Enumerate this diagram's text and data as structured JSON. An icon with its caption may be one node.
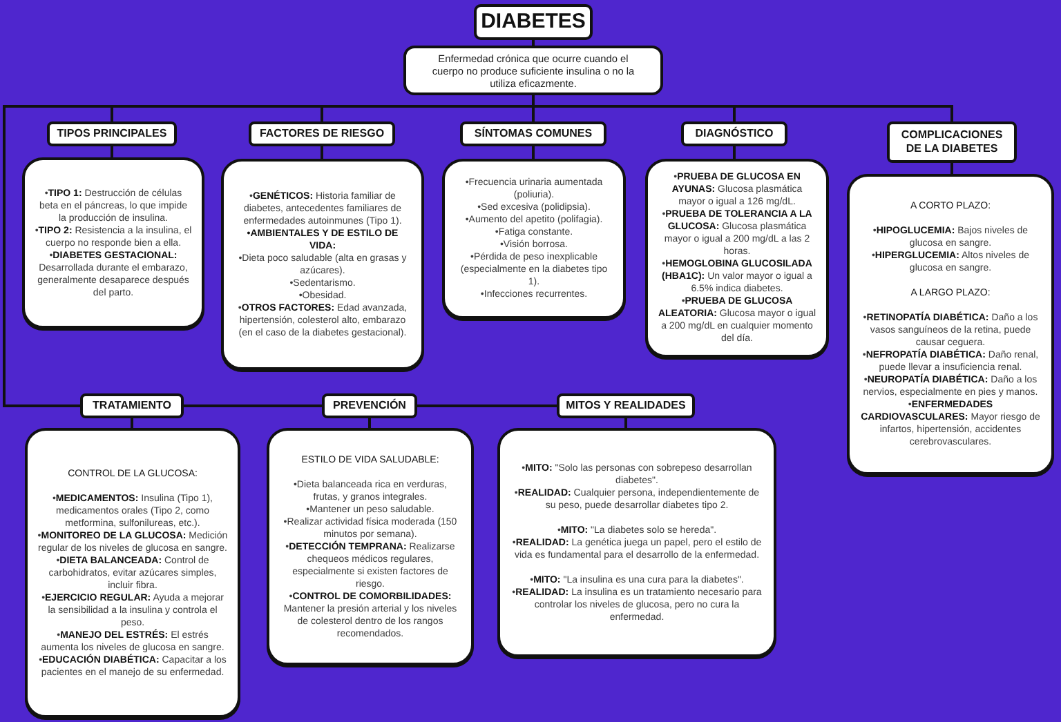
{
  "diagram": {
    "nodes": [
      {
        "text": [
          "DIABETES"
        ]
      },
      {
        "text": [
          "Enfermedad crónica que ocurre cuando el cuerpo no produce suficiente insulina o no la utiliza eficazmente."
        ]
      },
      {
        "text": [
          "TIPOS PRINCIPALES"
        ]
      },
      {
        "text": [
          "•**TIPO 1:** Destrucción de células beta en el páncreas, lo que impide la producción de insulina.",
          "•**TIPO 2:** Resistencia a la insulina, el cuerpo no responde bien a ella.",
          "•**DIABETES GESTACIONAL:** Desarrollada durante el embarazo, generalmente desaparece después del parto."
        ]
      },
      {
        "text": [
          "FACTORES DE RIESGO"
        ]
      },
      {
        "text": [
          "•**GENÉTICOS:** Historia familiar de diabetes, antecedentes familiares de enfermedades autoinmunes (Tipo 1).",
          "•AMBIENTALES Y DE ESTILO DE VIDA:",
          "•Dieta poco saludable (alta en grasas y azúcares).",
          "•Sedentarismo.",
          "•Obesidad.",
          "•**OTROS FACTORES:** Edad avanzada, hipertensión, colesterol alto, embarazo (en el caso de la diabetes gestacional)."
        ]
      },
      {
        "text": [
          "SÍNTOMAS COMUNES"
        ]
      },
      {
        "text": [
          "•Frecuencia urinaria aumentada (poliuria).",
          "•Sed excesiva (polidipsia).",
          "•Aumento del apetito (polifagia).",
          "•Fatiga constante.",
          "•Visión borrosa.",
          "•Pérdida de peso inexplicable (especialmente en la diabetes tipo 1).",
          "•Infecciones recurrentes."
        ]
      },
      {
        "text": [
          "DIAGNÓSTICO"
        ]
      },
      {
        "text": [
          "•**PRUEBA DE GLUCOSA EN AYUNAS:** Glucosa plasmática mayor o igual a 126 mg/dL.",
          "•**PRUEBA DE TOLERANCIA A LA GLUCOSA:** Glucosa plasmática mayor o igual a 200 mg/dL a las 2 horas.",
          "•**HEMOGLOBINA GLUCOSILADA (HBA1C):** Un valor mayor o igual a 6.5% indica diabetes.",
          "•**PRUEBA DE GLUCOSA ALEATORIA:** Glucosa mayor o igual a 200 mg/dL en cualquier momento del día."
        ]
      },
      {
        "text": [
          "COMPLICACIONES DE LA DIABETES"
        ]
      },
      {
        "text": [
          "A CORTO PLAZO:",
          "•**HIPOGLUCEMIA:** Bajos niveles de glucosa en sangre.",
          "•**HIPERGLUCEMIA:** Altos niveles de glucosa en sangre.",
          "A LARGO PLAZO:",
          "•**RETINOPATÍA DIABÉTICA:** Daño a los vasos sanguíneos de la retina, puede causar ceguera.",
          "•**NEFROPATÍA DIABÉTICA:** Daño renal, puede llevar a insuficiencia renal.",
          "•**NEUROPATÍA DIABÉTICA:** Daño a los nervios, especialmente en pies y manos.",
          "•**ENFERMEDADES CARDIOVASCULARES:** Mayor riesgo de infartos, hipertensión, accidentes cerebrovasculares."
        ]
      },
      {
        "text": [
          "TRATAMIENTO"
        ]
      },
      {
        "text": [
          "CONTROL DE LA GLUCOSA:",
          "•**MEDICAMENTOS:** Insulina (Tipo 1), medicamentos orales (Tipo 2, como metformina, sulfonilureas, etc.).",
          "•**MONITOREO DE LA GLUCOSA:** Medición regular de los niveles de glucosa en sangre.",
          "•**DIETA BALANCEADA:** Control de carbohidratos, evitar azúcares simples, incluir fibra.",
          "•**EJERCICIO REGULAR:** Ayuda a mejorar la sensibilidad a la insulina y controla el peso.",
          "•**MANEJO DEL ESTRÉS:** El estrés aumenta los niveles de glucosa en sangre.",
          "•**EDUCACIÓN DIABÉTICA:** Capacitar a los pacientes en el manejo de su enfermedad."
        ]
      },
      {
        "text": [
          "PREVENCIÓN"
        ]
      },
      {
        "text": [
          "ESTILO DE VIDA SALUDABLE:",
          "•Dieta balanceada rica en verduras, frutas, y granos integrales.",
          "•Mantener un peso saludable.",
          "•Realizar actividad física moderada (150 minutos por semana).",
          "•**DETECCIÓN TEMPRANA:** Realizarse chequeos médicos regulares, especialmente si existen factores de riesgo.",
          "•**CONTROL DE COMORBILIDADES:** Mantener la presión arterial y los niveles de colesterol dentro de los rangos recomendados."
        ]
      },
      {
        "text": [
          "MITOS Y REALIDADES"
        ]
      },
      {
        "text": [
          "•**MITO:** \"Solo las personas con sobrepeso desarrollan diabetes\".",
          "•**REALIDAD:** Cualquier persona, independientemente de su peso, puede desarrollar diabetes tipo 2.",
          "•**MITO:** \"La diabetes solo se hereda\".",
          "•**REALIDAD:** La genética juega un papel, pero el estilo de vida es fundamental para el desarrollo de la enfermedad.",
          "•**MITO:** \"La insulina es una cura para la diabetes\".",
          "•**REALIDAD:** La insulina es un tratamiento necesario para controlar los niveles de glucosa, pero no cura la enfermedad."
        ]
      }
    ],
    "edges": [
      {
        "from": 0,
        "to": 1,
        "arrow": "none"
      },
      {
        "from": 1,
        "to": 2,
        "arrow": "none"
      },
      {
        "from": 1,
        "to": 4,
        "arrow": "none"
      },
      {
        "from": 1,
        "to": 6,
        "arrow": "none"
      },
      {
        "from": 1,
        "to": 8,
        "arrow": "none"
      },
      {
        "from": 1,
        "to": 10,
        "arrow": "none"
      },
      {
        "from": 1,
        "to": 12,
        "arrow": "none"
      },
      {
        "from": 12,
        "to": 14,
        "arrow": "none"
      },
      {
        "from": 14,
        "to": 16,
        "arrow": "none"
      },
      {
        "from": 2,
        "to": 3,
        "arrow": "none"
      },
      {
        "from": 4,
        "to": 5,
        "arrow": "none"
      },
      {
        "from": 6,
        "to": 7,
        "arrow": "none"
      },
      {
        "from": 8,
        "to": 9,
        "arrow": "none"
      },
      {
        "from": 10,
        "to": 11,
        "arrow": "none"
      },
      {
        "from": 12,
        "to": 13,
        "arrow": "none"
      },
      {
        "from": 14,
        "to": 15,
        "arrow": "none"
      },
      {
        "from": 16,
        "to": 17,
        "arrow": "none"
      }
    ]
  }
}
